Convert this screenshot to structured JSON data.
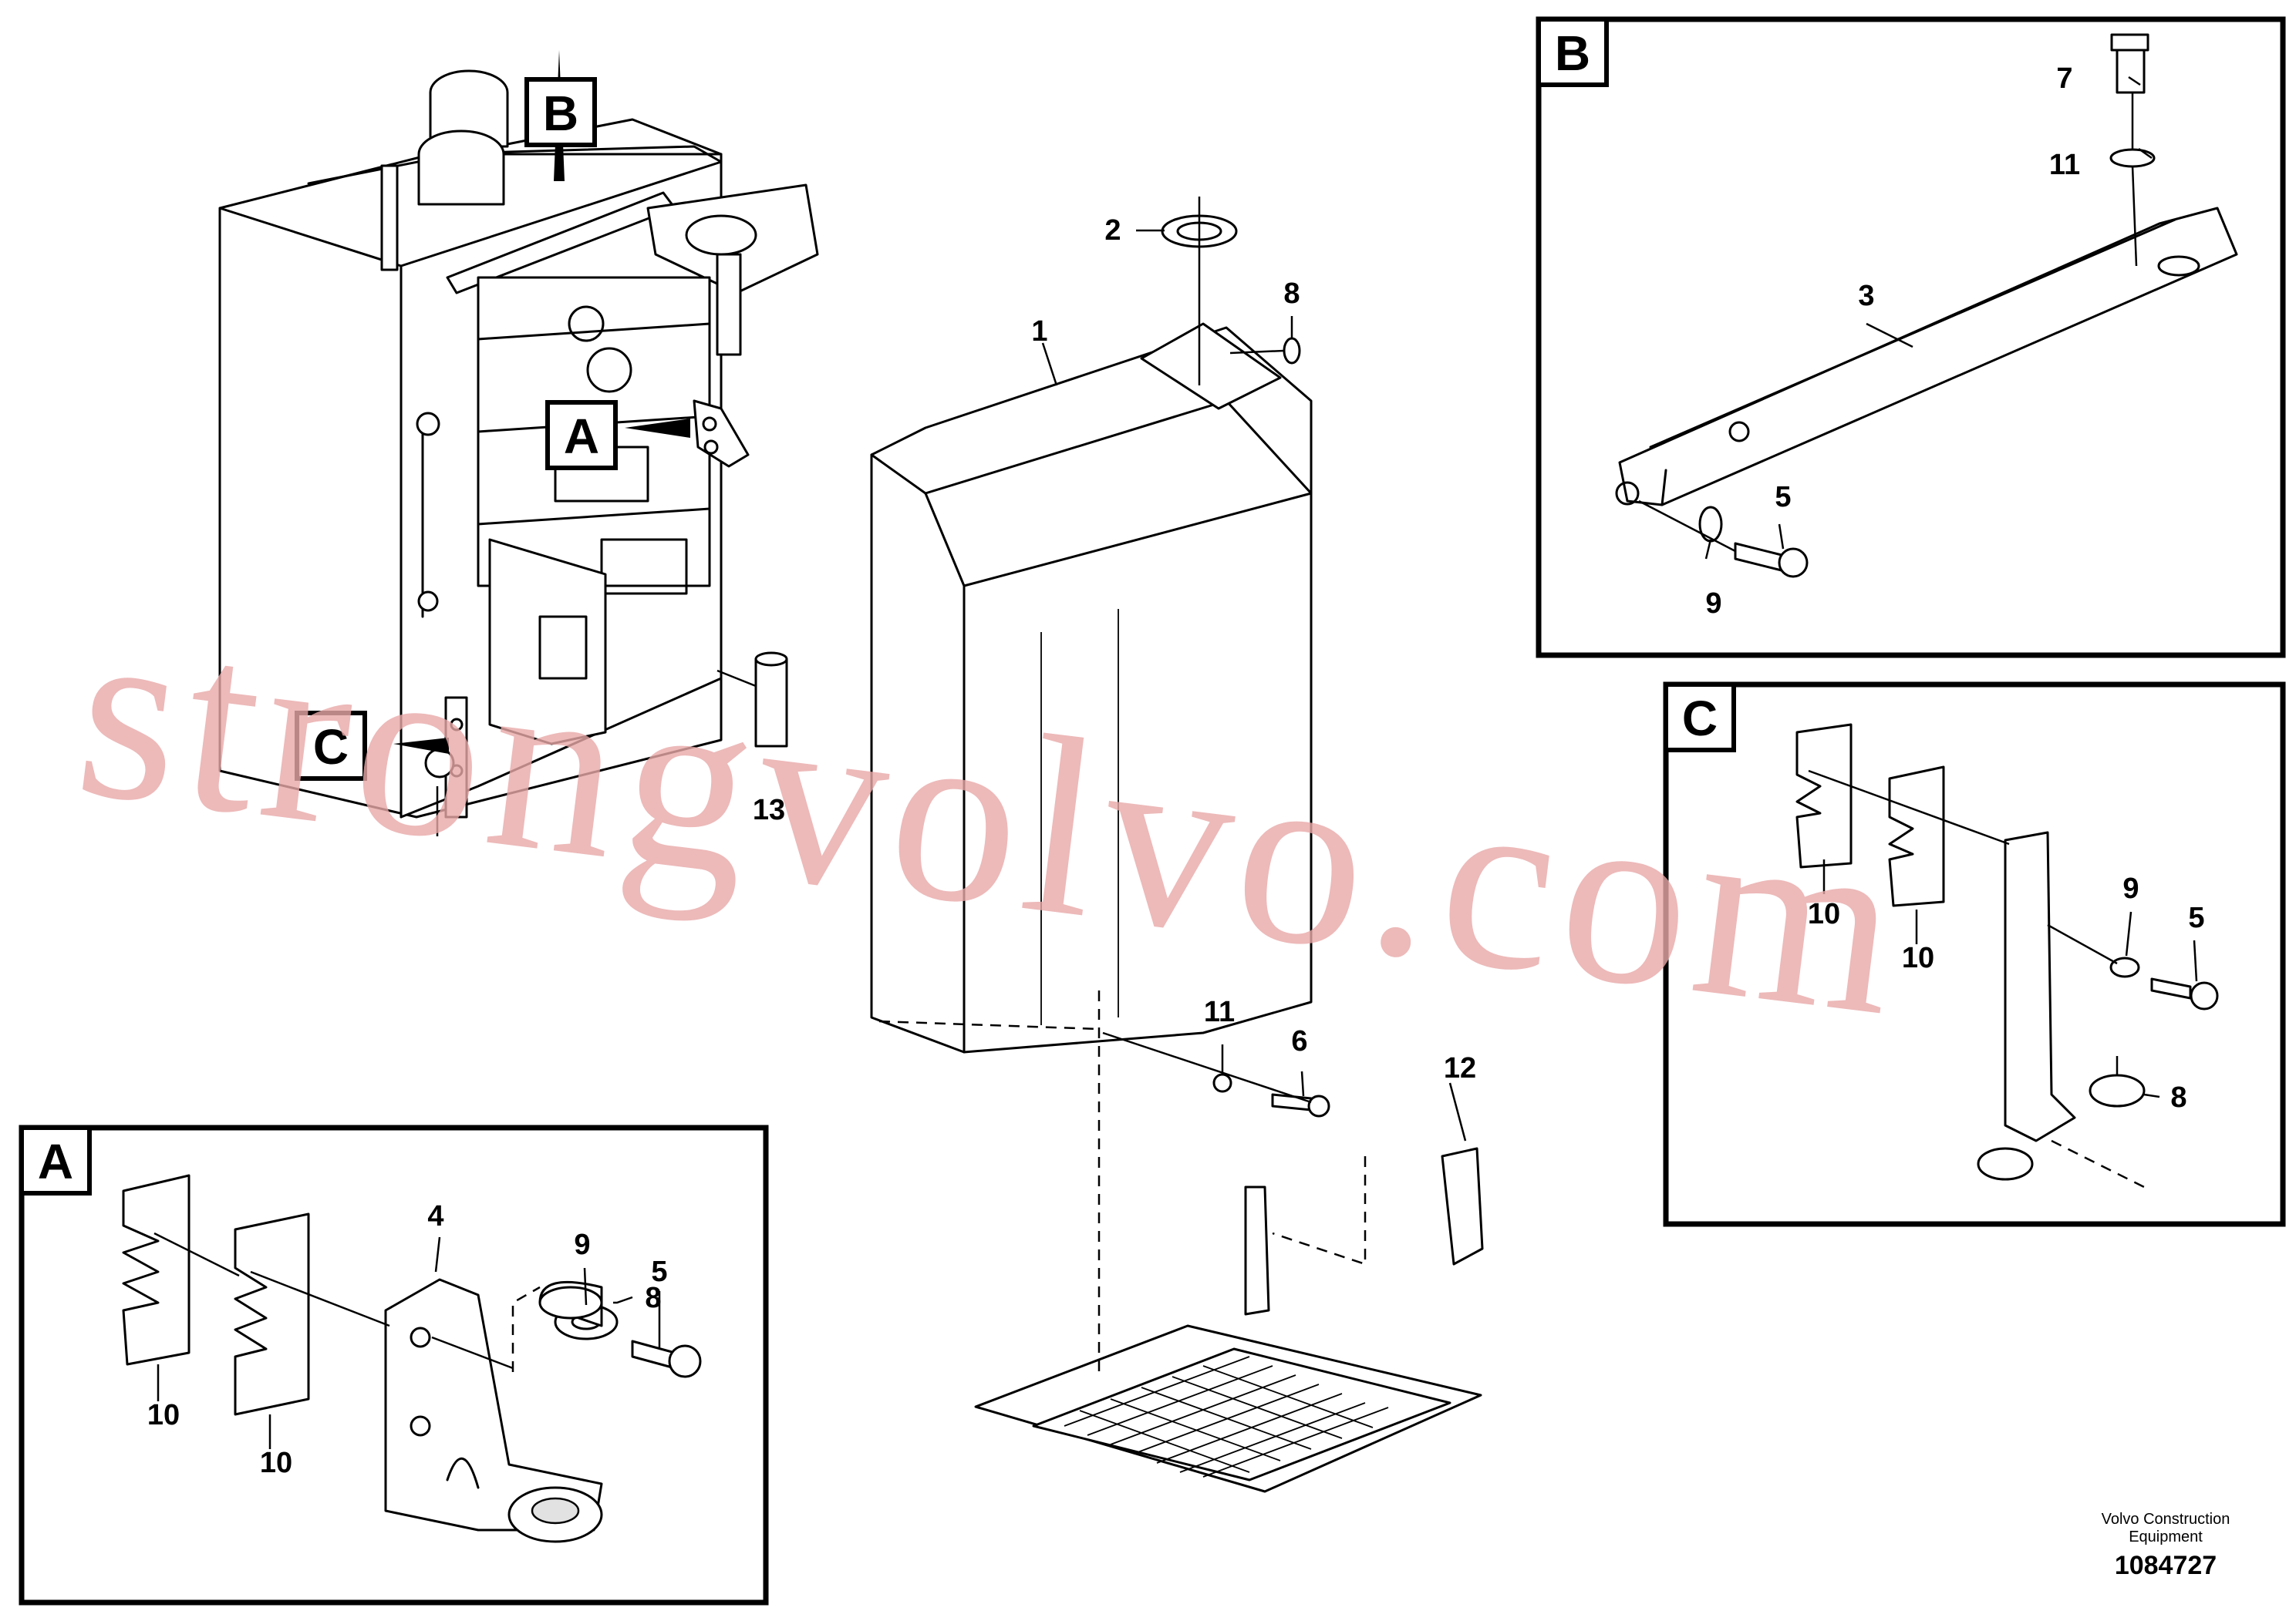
{
  "callouts": {
    "c1": "1",
    "c2": "2",
    "c3": "3",
    "c4": "4",
    "c5": "5",
    "c6": "6",
    "c7": "7",
    "c8": "8",
    "c9": "9",
    "c10": "10",
    "c11": "11",
    "c12": "12",
    "c13": "13"
  },
  "detail_tags": {
    "a": "A",
    "b": "B",
    "c": "C"
  },
  "footer": {
    "credit_line1": "Volvo Construction",
    "credit_line2": "Equipment",
    "doc_number": "1084727"
  },
  "watermark": "strongvolvo.com"
}
